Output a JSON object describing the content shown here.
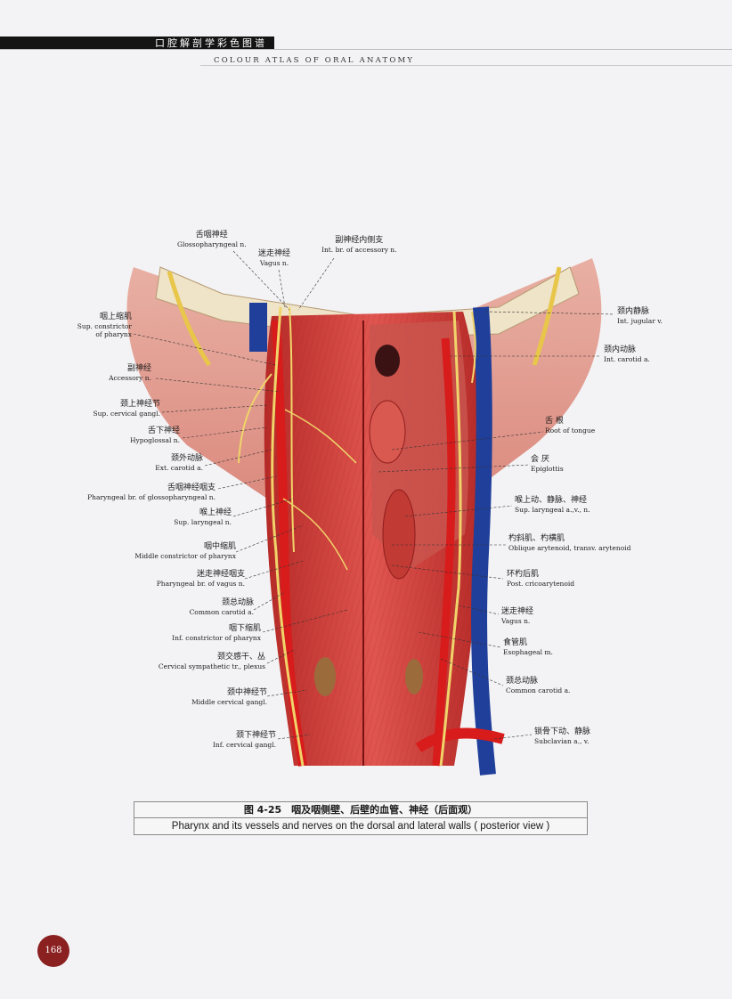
{
  "header": {
    "title_cn": "口腔解剖学彩色图谱",
    "title_en": "COLOUR ATLAS OF ORAL ANATOMY"
  },
  "labels_left": [
    {
      "cn": "舌咽神经",
      "en": "Glossopharyngeal n."
    },
    {
      "cn": "迷走神经",
      "en": "Vagus n."
    },
    {
      "cn": "副神经内侧支",
      "en": "Int. br. of accessory n."
    },
    {
      "cn": "咽上缩肌",
      "en": "Sup. constrictor",
      "en2": "of pharynx"
    },
    {
      "cn": "副神经",
      "en": "Accessory n."
    },
    {
      "cn": "颈上神经节",
      "en": "Sup. cervical gangl."
    },
    {
      "cn": "舌下神经",
      "en": "Hypoglossal n."
    },
    {
      "cn": "颈外动脉",
      "en": "Ext. carotid a."
    },
    {
      "cn": "舌咽神经咽支",
      "en": "Pharyngeal br. of glossopharyngeal n."
    },
    {
      "cn": "喉上神经",
      "en": "Sup. laryngeal n."
    },
    {
      "cn": "咽中缩肌",
      "en": "Middle constrictor of pharynx"
    },
    {
      "cn": "迷走神经咽支",
      "en": "Pharyngeal br. of vagus n."
    },
    {
      "cn": "颈总动脉",
      "en": "Common carotid a."
    },
    {
      "cn": "咽下缩肌",
      "en": "Inf. constrictor of pharynx"
    },
    {
      "cn": "颈交感干、丛",
      "en": "Cervical sympathetic tr., plexus"
    },
    {
      "cn": "颈中神经节",
      "en": "Middle cervical gangl."
    },
    {
      "cn": "颈下神经节",
      "en": "Inf. cervical gangl."
    }
  ],
  "labels_right": [
    {
      "cn": "颈内静脉",
      "en": "Int. jugular v."
    },
    {
      "cn": "颈内动脉",
      "en": "Int. carotid a."
    },
    {
      "cn": "舌  根",
      "en": "Root of tongue"
    },
    {
      "cn": "会  厌",
      "en": "Epiglottis"
    },
    {
      "cn": "喉上动、静脉、神经",
      "en": "Sup. laryngeal a.,v., n."
    },
    {
      "cn": "杓斜肌、杓横肌",
      "en": "Oblique arytenoid, transv. arytenoid"
    },
    {
      "cn": "环杓后肌",
      "en": "Post. cricoarytenoid"
    },
    {
      "cn": "迷走神经",
      "en": "Vagus n."
    },
    {
      "cn": "食管肌",
      "en": "Esophageal m."
    },
    {
      "cn": "颈总动脉",
      "en": "Common carotid a."
    },
    {
      "cn": "锁骨下动、静脉",
      "en": "Subclavian a., v."
    }
  ],
  "caption": {
    "cn": "图 4-25　咽及咽侧壁、后壁的血管、神经（后面观）",
    "en": "Pharynx and its vessels and nerves on the dorsal and lateral walls ( posterior view )"
  },
  "page_number": "168",
  "colors": {
    "muscle": "#d8423e",
    "muscle_dark": "#a8201f",
    "artery": "#d81b1b",
    "vein": "#1f3f9a",
    "nerve": "#f0d46a",
    "bone": "#efe3c8"
  }
}
